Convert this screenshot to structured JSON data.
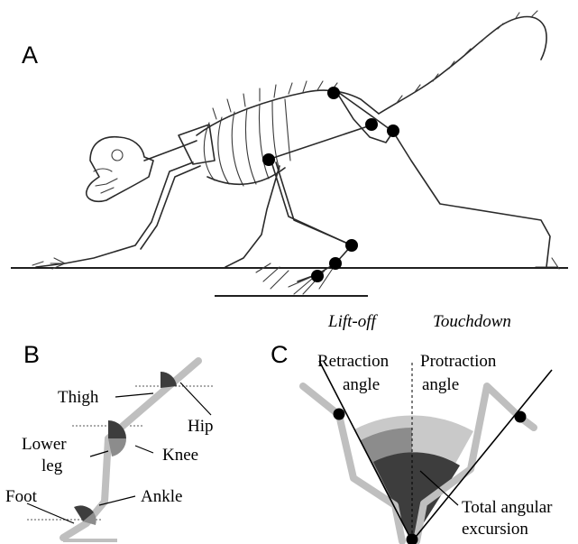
{
  "panels": {
    "a": {
      "letter": "A"
    },
    "b": {
      "letter": "B",
      "labels": {
        "thigh": "Thigh",
        "hip": "Hip",
        "lower_leg_1": "Lower",
        "lower_leg_2": "leg",
        "knee": "Knee",
        "foot": "Foot",
        "ankle": "Ankle"
      }
    },
    "c": {
      "letter": "C",
      "lift_off": "Lift-off",
      "touchdown": "Touchdown",
      "retraction_1": "Retraction",
      "retraction_2": "angle",
      "protraction_1": "Protraction",
      "protraction_2": "angle",
      "total_1": "Total angular",
      "total_2": "excursion"
    }
  },
  "colors": {
    "joint": "#000000",
    "limb": "#bfbfbf",
    "angle_dark": "#3d3d3d",
    "angle_mid": "#8c8c8c",
    "angle_light": "#c9c9c9"
  }
}
